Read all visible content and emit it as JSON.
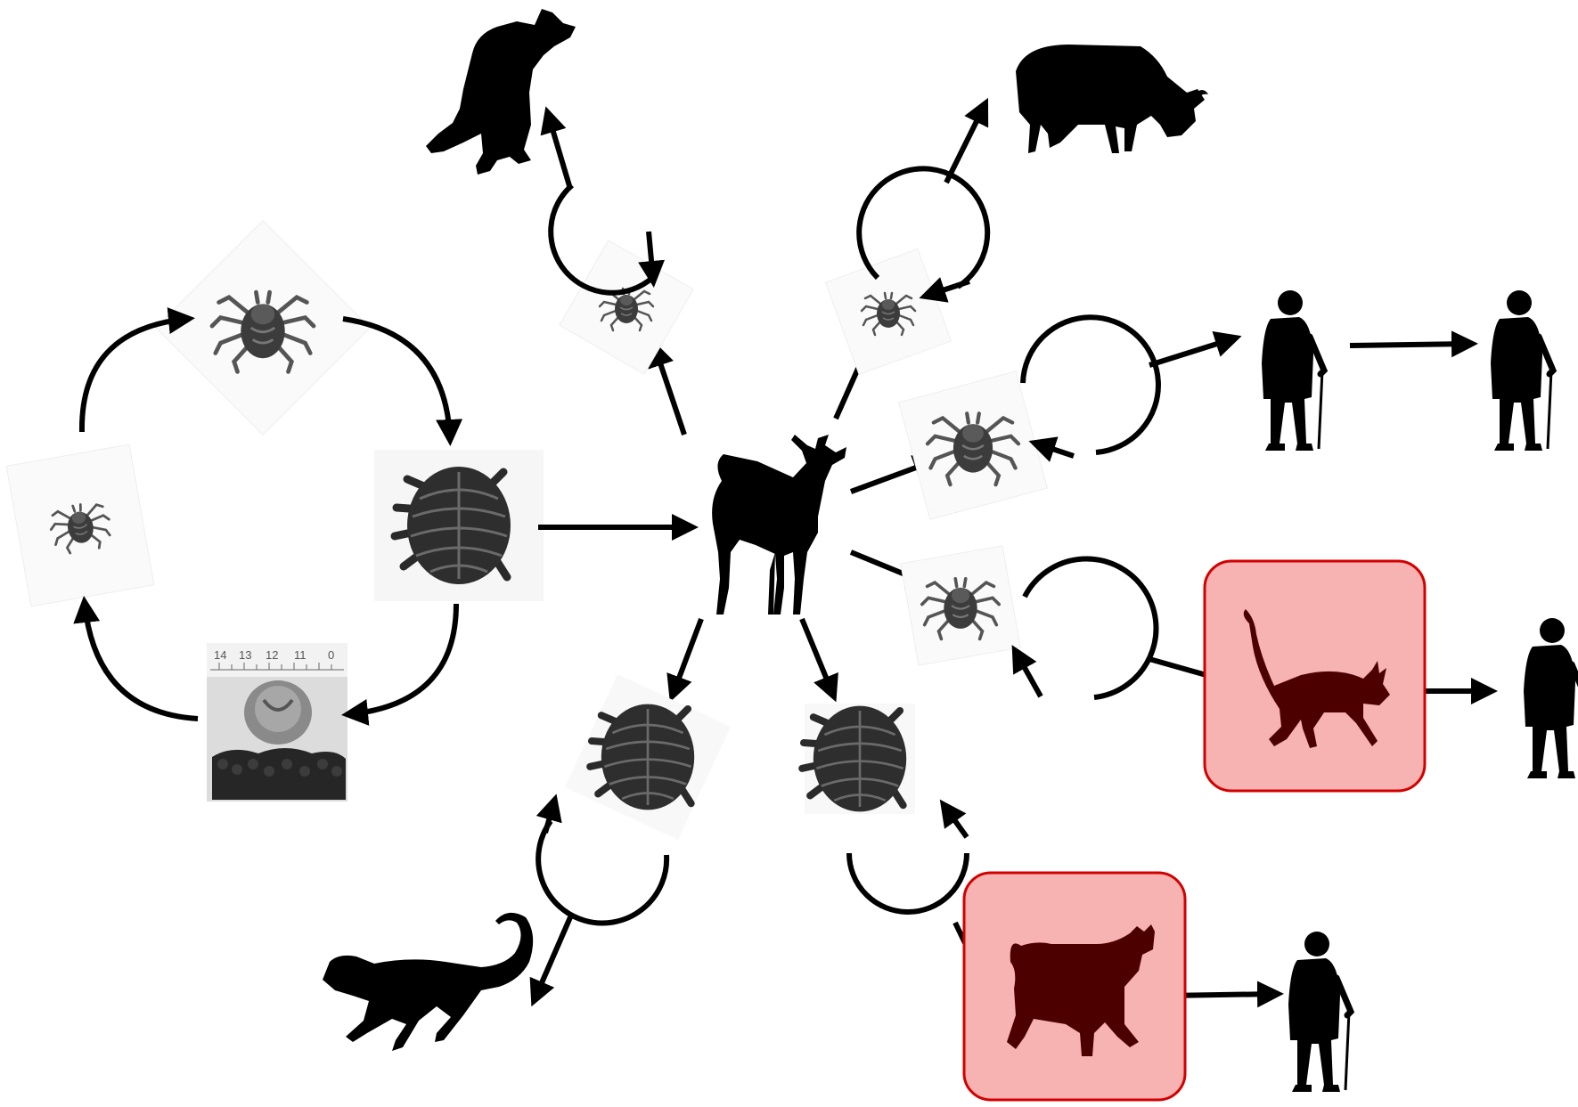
{
  "colors": {
    "background": "#ffffff",
    "arrow": "#000000",
    "silhouette": "#000000",
    "tick_image": "#3a3a3a",
    "highlight_fill": "#f7b2b2",
    "highlight_border": "#d40000",
    "highlighted_silhouette": "#4d0000"
  },
  "scale_ruler": {
    "tick_labels": [
      "14",
      "13",
      "12",
      "11",
      "0"
    ]
  },
  "nodes": [
    {
      "name": "deer-host",
      "icon": "deer-silhouette-icon"
    },
    {
      "name": "raccoon-host",
      "icon": "raccoon-silhouette-icon"
    },
    {
      "name": "cattle-host",
      "icon": "cattle-silhouette-icon"
    },
    {
      "name": "cheetah-host",
      "icon": "cheetah-silhouette-icon"
    },
    {
      "name": "cat-host",
      "icon": "cat-silhouette-icon",
      "highlighted": true
    },
    {
      "name": "dog-host",
      "icon": "dog-silhouette-icon",
      "highlighted": true
    },
    {
      "name": "human-host",
      "icon": "elderly-person-silhouette-icon",
      "count": 4
    }
  ],
  "life_cycle_stages": [
    "larva",
    "nymph",
    "adult",
    "engorged-female-with-eggs"
  ]
}
